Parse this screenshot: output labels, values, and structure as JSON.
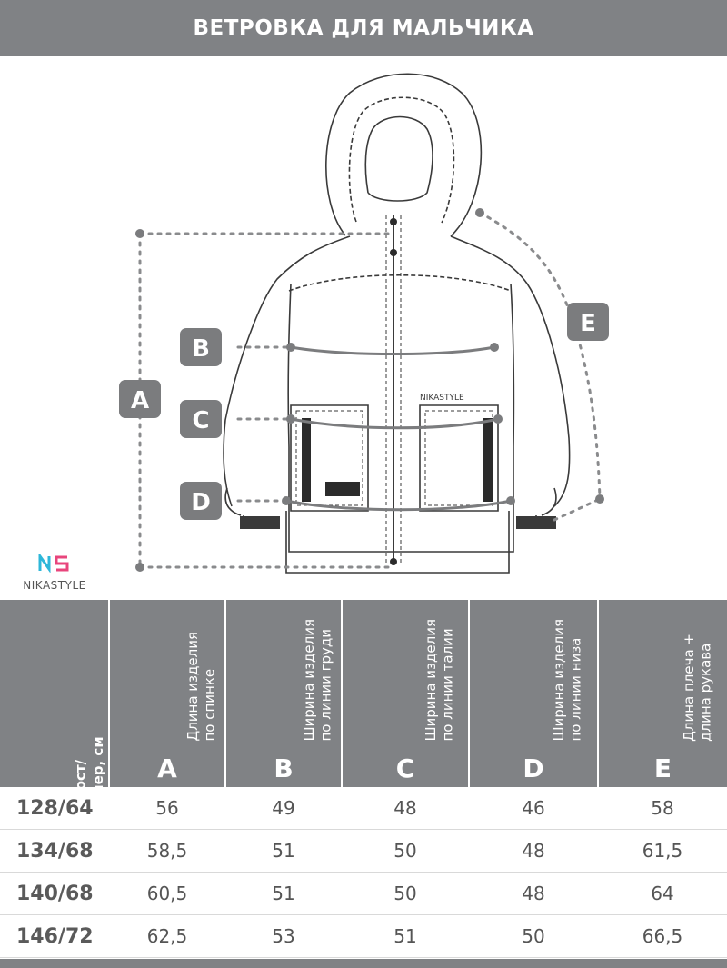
{
  "title": "ВЕТРОВКА ДЛЯ МАЛЬЧИКА",
  "brand": {
    "logo_text": "NIKASTYLE",
    "logo_mark": "NS",
    "chest_label": "NIKASTYLE"
  },
  "markers": {
    "a": "A",
    "b": "B",
    "c": "C",
    "d": "D",
    "e": "E"
  },
  "table": {
    "headers": [
      {
        "text": "Рост/\nразмер, см",
        "letter": ""
      },
      {
        "text": "Длина изделия\nпо спинке",
        "letter": "A"
      },
      {
        "text": "Ширина изделия\nпо линии груди",
        "letter": "B"
      },
      {
        "text": "Ширина изделия\nпо линии талии",
        "letter": "C"
      },
      {
        "text": "Ширина изделия\nпо линии низа",
        "letter": "D"
      },
      {
        "text": "Длина плеча +\nдлина рукава",
        "letter": "E"
      }
    ],
    "rows": [
      [
        "128/64",
        "56",
        "49",
        "48",
        "46",
        "58"
      ],
      [
        "134/68",
        "58,5",
        "51",
        "50",
        "48",
        "61,5"
      ],
      [
        "140/68",
        "60,5",
        "51",
        "50",
        "48",
        "64"
      ],
      [
        "146/72",
        "62,5",
        "53",
        "51",
        "50",
        "66,5"
      ]
    ]
  },
  "colors": {
    "header_gray": "#808285",
    "marker_gray": "#7b7c7e",
    "logo_cyan": "#2db7d9",
    "logo_pink": "#e8457c"
  }
}
